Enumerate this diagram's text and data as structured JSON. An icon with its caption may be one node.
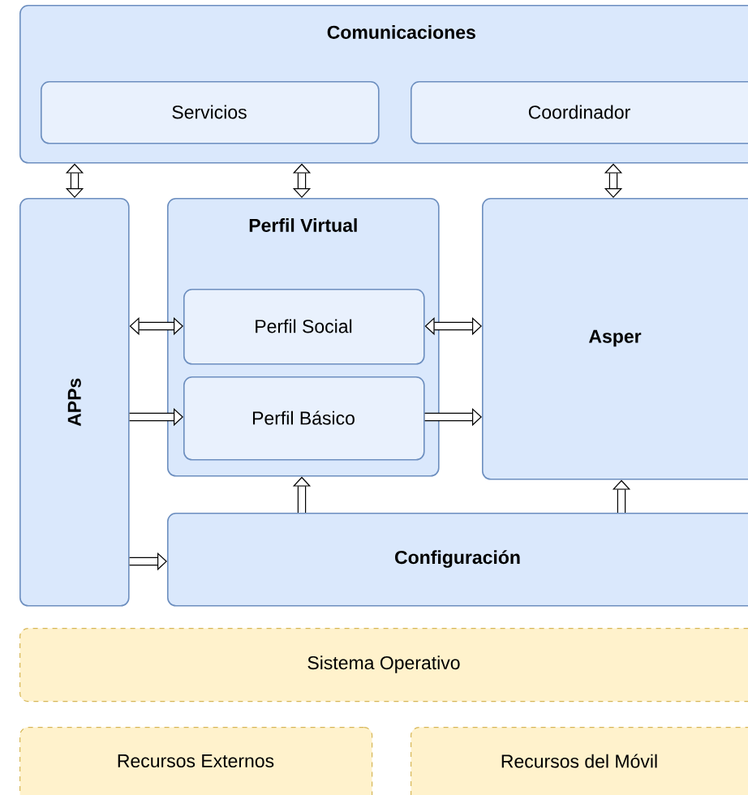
{
  "diagram": {
    "nodes": [
      {
        "text": [
          "Comunicaciones"
        ]
      },
      {
        "text": [
          "Servicios"
        ],
        "in": 0
      },
      {
        "text": [
          "Coordinador"
        ],
        "in": 0
      },
      {
        "text": [
          "APPs"
        ]
      },
      {
        "text": [
          "Perfil Virtual"
        ]
      },
      {
        "text": [
          "Perfil Social"
        ],
        "in": 4
      },
      {
        "text": [
          "Perfil Básico"
        ],
        "in": 4
      },
      {
        "text": [
          "Asper"
        ]
      },
      {
        "text": [
          "Configuración"
        ]
      },
      {
        "text": [
          "Sistema Operativo"
        ]
      },
      {
        "text": [
          "Recursos Externos"
        ]
      },
      {
        "text": [
          "Recursos del Móvil"
        ]
      }
    ],
    "edges": [
      {
        "from": 0,
        "to": 3,
        "arrow": "both"
      },
      {
        "from": 0,
        "to": 4,
        "arrow": "both"
      },
      {
        "from": 0,
        "to": 7,
        "arrow": "both"
      },
      {
        "from": 3,
        "to": 5,
        "arrow": "both"
      },
      {
        "from": 3,
        "to": 6,
        "arrow": "to"
      },
      {
        "from": 5,
        "to": 7,
        "arrow": "both"
      },
      {
        "from": 6,
        "to": 7,
        "arrow": "to"
      },
      {
        "from": 8,
        "to": 4,
        "arrow": "to"
      },
      {
        "from": 8,
        "to": 7,
        "arrow": "to"
      },
      {
        "from": 3,
        "to": 8,
        "arrow": "to"
      }
    ]
  }
}
